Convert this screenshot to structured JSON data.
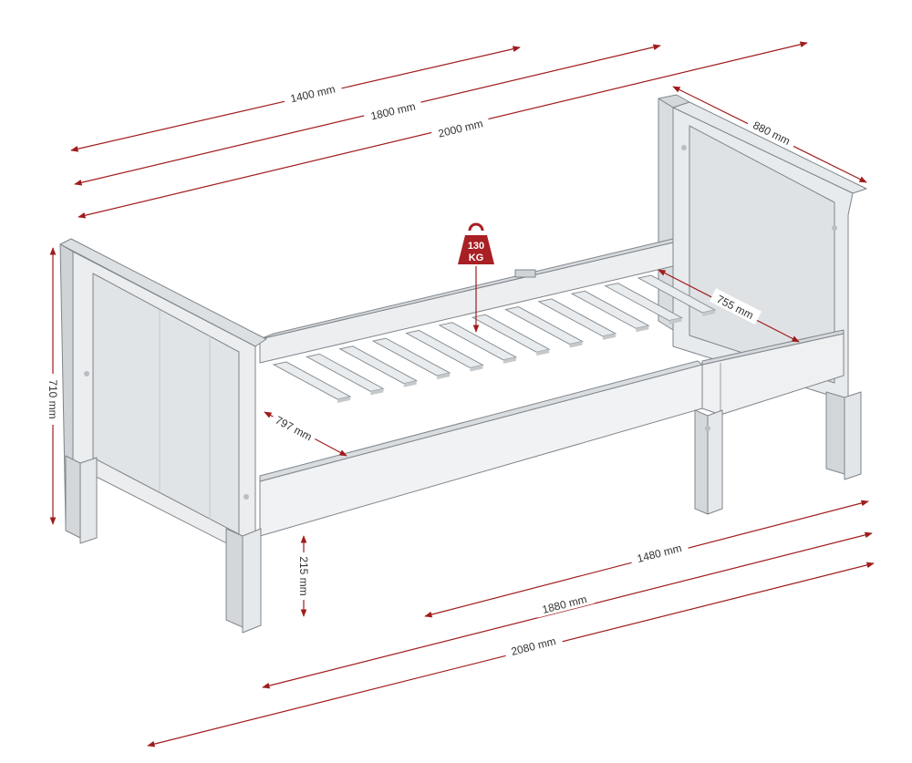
{
  "dimensions": {
    "length_1400": "1400 mm",
    "length_1800": "1800 mm",
    "length_2000": "2000 mm",
    "width_880": "880 mm",
    "slat_755": "755 mm",
    "slat_797": "797 mm",
    "height_710": "710 mm",
    "clearance_215": "215 mm",
    "floor_1480": "1480 mm",
    "floor_1880": "1880 mm",
    "floor_2080": "2080 mm"
  },
  "load": {
    "value": "130",
    "unit": "KG"
  },
  "colors": {
    "dimension_line": "#a01c1c",
    "weight_badge": "#a81f24",
    "bed_fill": "#e3e6e8",
    "bed_shadow": "#c9cdd1",
    "bed_outline": "#7f858b"
  }
}
